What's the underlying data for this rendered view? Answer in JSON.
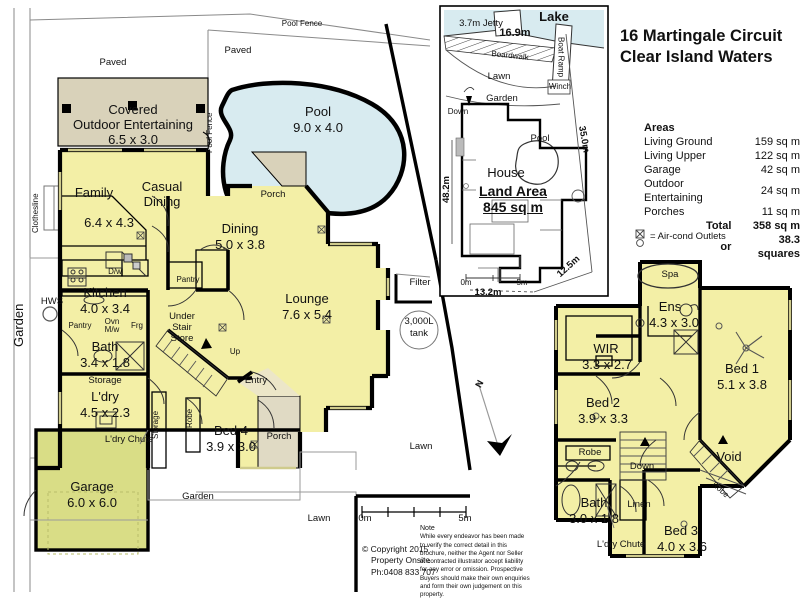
{
  "title": {
    "line1": "16 Martingale Circuit",
    "line2": "Clear Island Waters"
  },
  "areas": {
    "heading": "Areas",
    "rows": [
      {
        "label": "Living Ground",
        "value": "159 sq m"
      },
      {
        "label": "Living Upper",
        "value": "122 sq m"
      },
      {
        "label": "Garage",
        "value": "42 sq m"
      },
      {
        "label": "Outdoor Entertaining",
        "value": "24 sq m"
      },
      {
        "label": "Porches",
        "value": "11 sq m"
      }
    ],
    "total_label": "Total",
    "total_value": "358 sq m",
    "or_label": "or",
    "or_value": "38.3 squares",
    "legend": "= Air-cond Outlets"
  },
  "site": {
    "lake": "Lake",
    "jetty": "3.7m Jetty",
    "jetty_len": "16.9m",
    "boardwalk": "Boardwalk",
    "boat_ramp": "Boat Ramp",
    "winch": "Winch",
    "lawn": "Lawn",
    "garden": "Garden",
    "down": "Down",
    "pool": "Pool",
    "house": "House",
    "land_area_1": "Land Area",
    "land_area_2": "845 sq m",
    "dim_left": "48.2m",
    "dim_right": "35.0m",
    "dim_bottom": "13.2m",
    "dim_diag": "12.5m",
    "scale_0": "0m",
    "scale_5": "5m"
  },
  "ground": {
    "paved_left": "Paved",
    "paved_right": "Paved",
    "pool_fence_top": "Pool Fence",
    "pool_fence_side": "Pool Fence",
    "clothesline": "Clothesline",
    "garden_left": "Garden",
    "hws": "HWS",
    "pool_name": "Pool",
    "pool_dim": "9.0 x 4.0",
    "outdoor_1": "Covered",
    "outdoor_2": "Outdoor Entertaining",
    "outdoor_dim": "6.5 x 3.0",
    "family": "Family",
    "casual_1": "Casual",
    "casual_2": "Dining",
    "family_dim": "6.4 x 4.3",
    "dining": "Dining",
    "dining_dim": "5.0 x 3.8",
    "lounge": "Lounge",
    "lounge_dim": "7.6 x 5.4",
    "porch_top": "Porch",
    "porch_bottom": "Porch",
    "kitchen": "Kitchen",
    "kitchen_dim": "4.0 x 3.4",
    "dishwasher": "D/w",
    "pantry_k": "Pantry",
    "oven": "Ovn\nM/w",
    "fridge": "Frg",
    "pantry_s": "Pantry",
    "under_stair": "Under\nStair\nStore",
    "up": "Up",
    "bath": "Bath",
    "bath_dim": "3.4 x 1.8",
    "storage_top": "Storage",
    "laundry": "L'dry",
    "laundry_dim": "4.5 x 2.3",
    "ldry_chute": "L'dry Chute",
    "robe": "Robe",
    "storage_side": "Storage",
    "entry": "Entry",
    "bed4": "Bed 4",
    "bed4_dim": "3.9 x 3.0",
    "garage": "Garage",
    "garage_dim": "6.0 x 6.0",
    "garden_bottom": "Garden",
    "lawn_mid": "Lawn",
    "lawn_bottom": "Lawn",
    "filter": "Filter",
    "tank": "3,000L\ntank",
    "north": "N",
    "scale_0": "0m",
    "scale_5": "5m"
  },
  "upper": {
    "spa": "Spa",
    "ens": "Ens",
    "ens_dim": "4.3 x 3.0",
    "wir": "WIR",
    "wir_dim": "3.3 x 2.7",
    "bed1": "Bed 1",
    "bed1_dim": "5.1 x 3.8",
    "bed2": "Bed 2",
    "bed2_dim": "3.9 x 3.3",
    "robe2": "Robe",
    "down": "Down",
    "void": "Void",
    "robe3": "Robe",
    "bath": "Bath",
    "bath_dim": "3.0 x 1.8",
    "linen": "Linen",
    "bed3": "Bed 3",
    "bed3_dim": "4.0 x 3.6",
    "ldry_chute": "L'dry Chute"
  },
  "footer": {
    "note_heading": "Note",
    "note_body": "While every endeavor has been made to verify the correct detail in this brochure, neither the Agent nor Seller or contracted illustrator accept liability for any error or omission. Prospective Buyers should make their own enquiries and form their own judgement on this property.",
    "copyright": "© Copyright 2015",
    "company": "Property Onsite",
    "phone": "Ph:0408 833 707"
  },
  "colors": {
    "room": "#f3efa6",
    "garage": "#d9dd86",
    "outdoor": "#d9d2ba",
    "pool": "#d8ebf0",
    "lake": "#d8ebf0",
    "wall": "#000000",
    "thin": "#808080"
  }
}
